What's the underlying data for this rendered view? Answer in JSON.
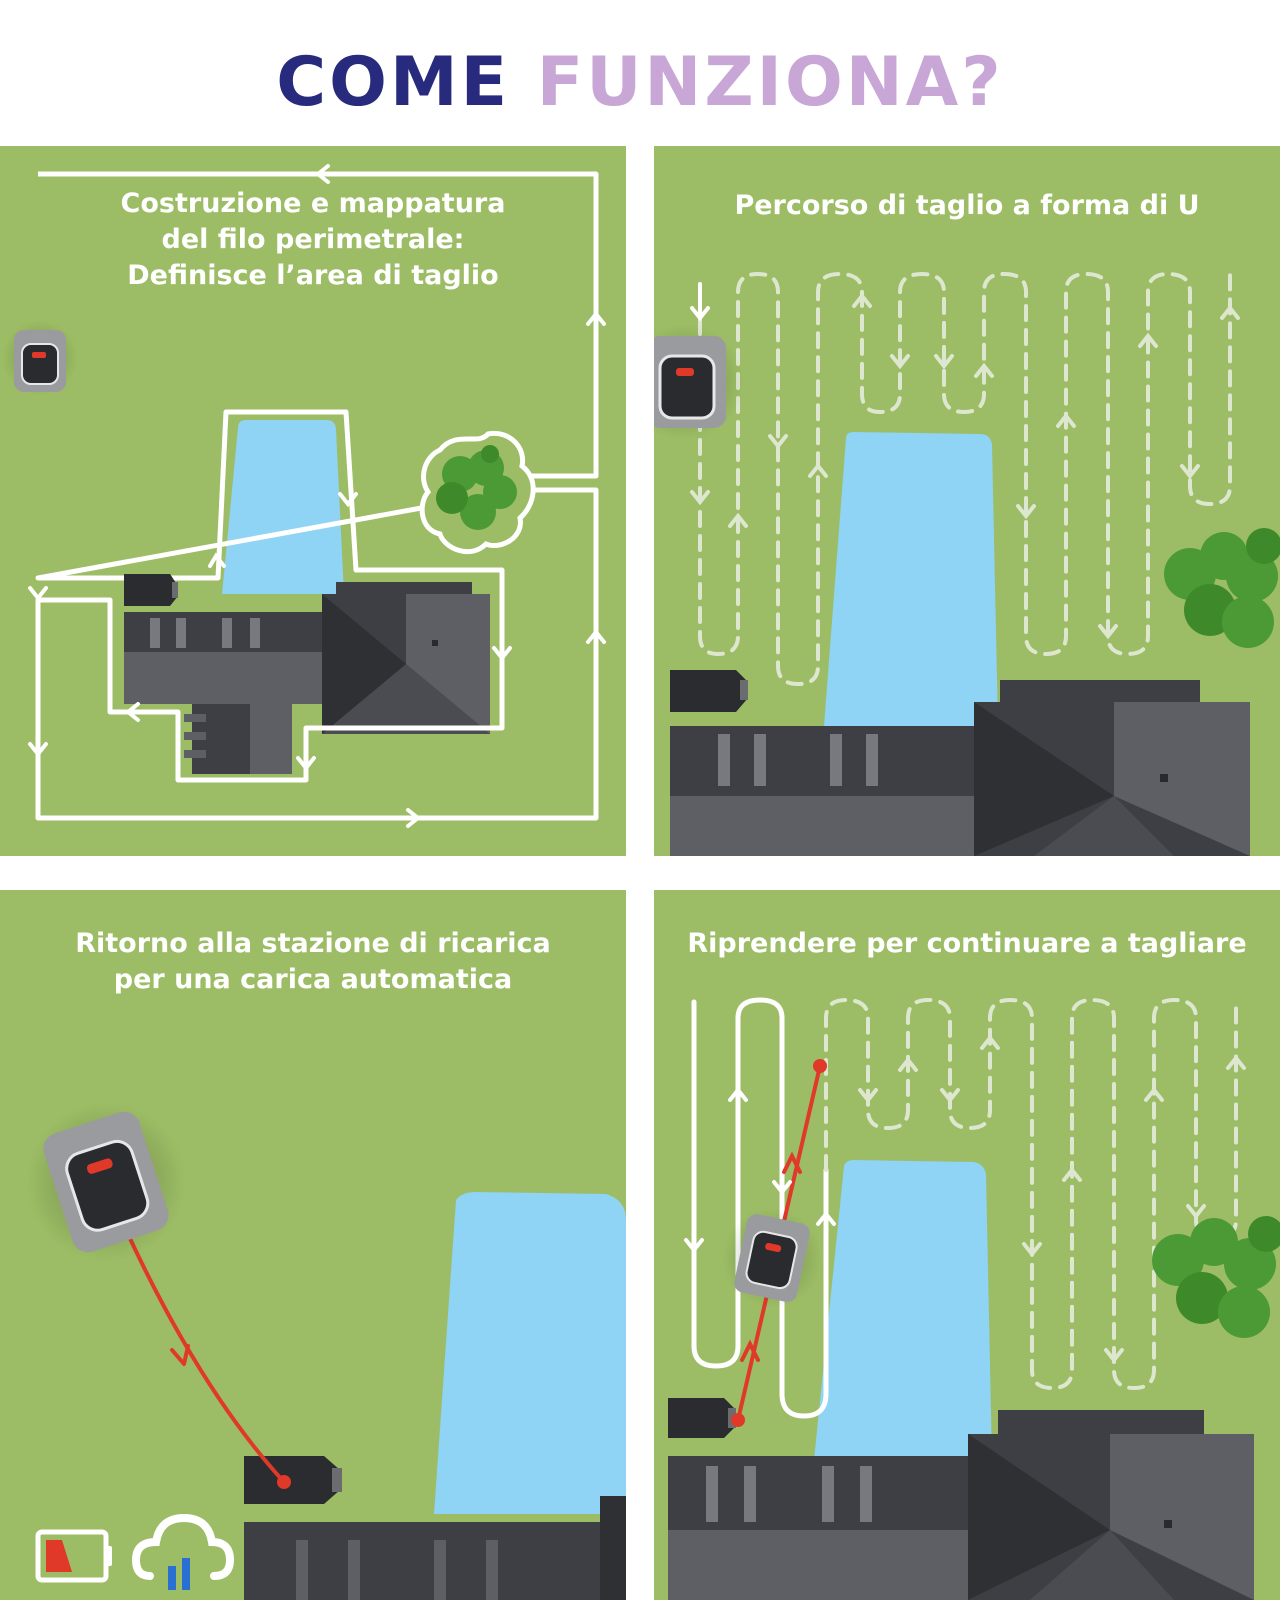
{
  "heading": {
    "word1": "COME",
    "word2": "FUNZIONA?"
  },
  "colors": {
    "grass": "#9cbd65",
    "heading_primary": "#282b7d",
    "heading_secondary": "#c8a6d6",
    "water": "#8fd3f5",
    "roof_dark": "#3e3f44",
    "roof_mid": "#5e5f64",
    "path_red": "#e0392a",
    "tree": "#4c9a35"
  },
  "panels": [
    {
      "caption": [
        "Costruzione e mappatura",
        "del filo perimetrale:",
        "Definisce l’area di taglio"
      ]
    },
    {
      "caption": [
        "Percorso di taglio a forma di U"
      ]
    },
    {
      "caption": [
        "Ritorno alla stazione di ricarica",
        "per una carica automatica"
      ]
    },
    {
      "caption": [
        "Riprendere per continuare a tagliare"
      ]
    }
  ],
  "icons": {
    "perimeter": "perimeter-wire-icon",
    "mower": "robot-mower-icon",
    "station": "charging-station-icon",
    "battery": "low-battery-icon",
    "cloud": "cloud-signal-icon"
  }
}
